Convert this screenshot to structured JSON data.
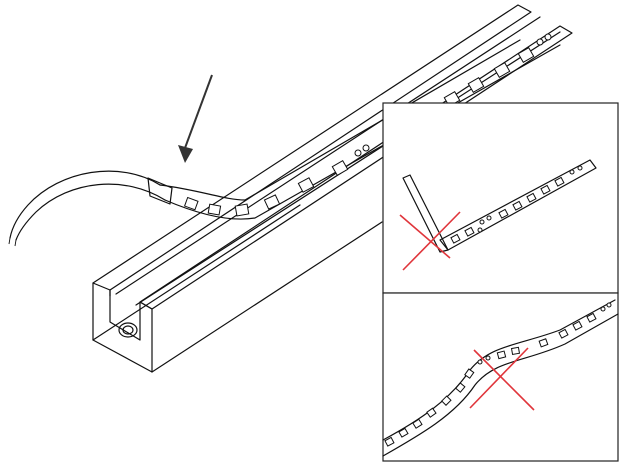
{
  "figure": {
    "main_illustration": "led-strip-in-aluminium-channel",
    "pointer": "arrow",
    "panels": [
      {
        "id": "panel-do-not-fold",
        "marker": "red-cross"
      },
      {
        "id": "panel-do-not-twist",
        "marker": "red-cross"
      }
    ]
  },
  "colors": {
    "line": "#111111",
    "cross": "#e0353b",
    "background": "#ffffff"
  },
  "icons": [
    "arrow-icon",
    "cross-icon",
    "led-chip-icon",
    "screw-hole-icon"
  ]
}
